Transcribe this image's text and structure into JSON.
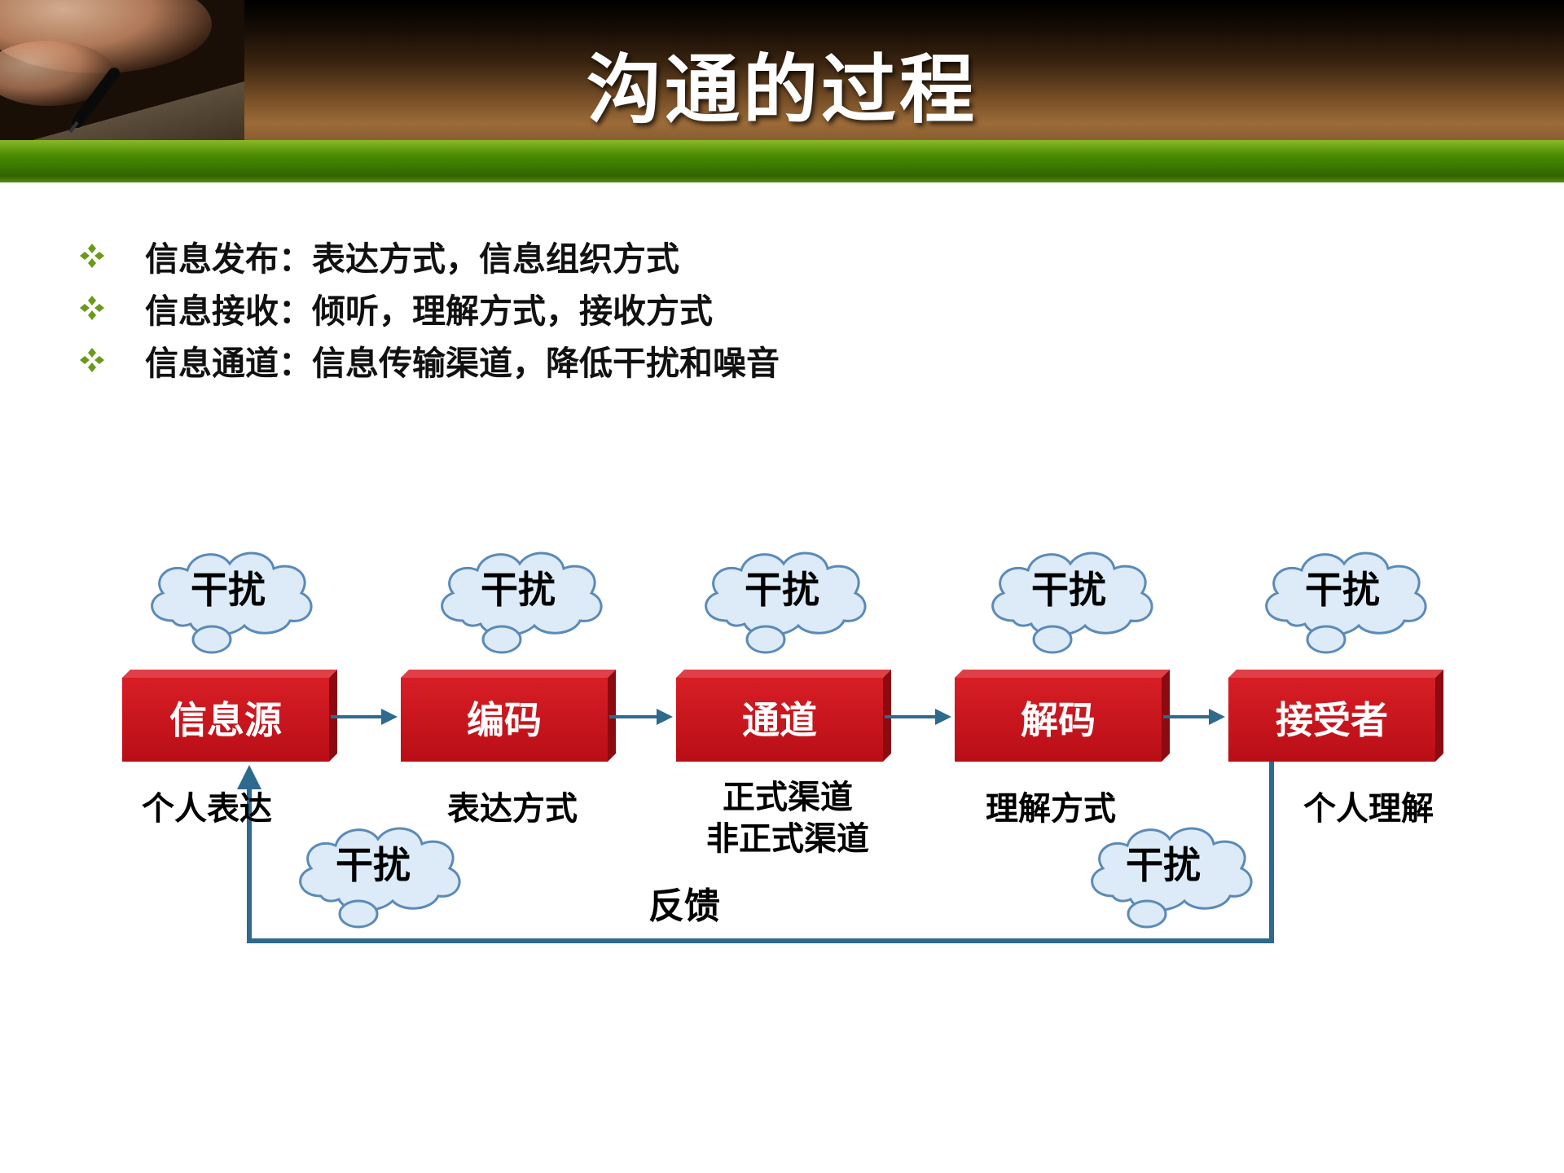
{
  "slide": {
    "title": "沟通的过程",
    "bullets": [
      "信息发布：表达方式，信息组织方式",
      "信息接收：倾听，理解方式，接收方式",
      "信息通道：信息传输渠道，降低干扰和噪音"
    ]
  },
  "diagram": {
    "stages": [
      {
        "label": "信息源",
        "caption": [
          "个人表达"
        ]
      },
      {
        "label": "编码",
        "caption": [
          "表达方式"
        ]
      },
      {
        "label": "通道",
        "caption": [
          "正式渠道",
          "非正式渠道"
        ]
      },
      {
        "label": "解码",
        "caption": [
          "理解方式"
        ]
      },
      {
        "label": "接受者",
        "caption": [
          "个人理解"
        ]
      }
    ],
    "noise_label": "干扰",
    "feedback_label": "反馈"
  },
  "colors": {
    "box_red": "#c8101a",
    "cloud_fill": "#dcebf7",
    "cloud_stroke": "#5b8ab8",
    "arrow": "#2e6a8e",
    "bullet_green": "#6a9a1a"
  }
}
